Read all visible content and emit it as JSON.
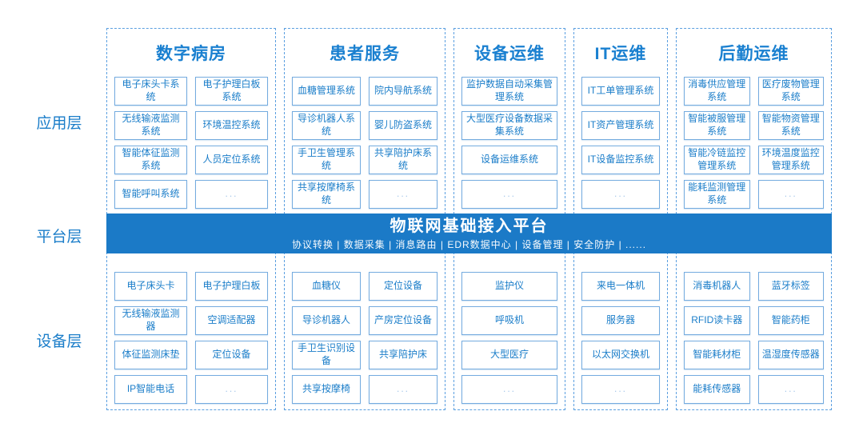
{
  "colors": {
    "band_blue": "#1b7ac7",
    "title_blue": "#1a80d0",
    "text_blue": "#1a7dc9",
    "box_border": "#74abdf",
    "dash_blue": "#5b9fe0"
  },
  "layers": [
    {
      "key": "application",
      "label": "应用层"
    },
    {
      "key": "platform",
      "label": "平台层"
    },
    {
      "key": "device",
      "label": "设备层"
    }
  ],
  "platform_band": {
    "title": "物联网基础接入平台",
    "subtitle": "协议转换 | 数据采集 | 消息路由 | EDR数据中心 | 设备管理 | 安全防护 | ......"
  },
  "columns": [
    {
      "key": "digital-ward",
      "title": "数字病房",
      "app_items": [
        "电子床头卡系统",
        "电子护理白板系统",
        "无线输液监测系统",
        "环境温控系统",
        "智能体征监测系统",
        "人员定位系统",
        "智能呼叫系统",
        "..."
      ],
      "device_items": [
        "电子床头卡",
        "电子护理白板",
        "无线输液监测器",
        "空调适配器",
        "体征监测床垫",
        "定位设备",
        "IP智能电话",
        "..."
      ]
    },
    {
      "key": "patient-service",
      "title": "患者服务",
      "app_items": [
        "血糖管理系统",
        "院内导航系统",
        "导诊机器人系统",
        "婴儿防盗系统",
        "手卫生管理系统",
        "共享陪护床系统",
        "共享按摩椅系统",
        "..."
      ],
      "device_items": [
        "血糖仪",
        "定位设备",
        "导诊机器人",
        "产房定位设备",
        "手卫生识别设备",
        "共享陪护床",
        "共享按摩椅",
        "..."
      ]
    },
    {
      "key": "equipment-ops",
      "title": "设备运维",
      "app_items": [
        "监护数据自动采集管理系统",
        "大型医疗设备数据采集系统",
        "设备运维系统",
        "..."
      ],
      "device_items": [
        "监护仪",
        "呼吸机",
        "大型医疗",
        "..."
      ]
    },
    {
      "key": "it-ops",
      "title": "IT运维",
      "app_items": [
        "IT工单管理系统",
        "IT资产管理系统",
        "IT设备监控系统",
        "..."
      ],
      "device_items": [
        "来电一体机",
        "服务器",
        "以太网交换机",
        "..."
      ]
    },
    {
      "key": "logistics-ops",
      "title": "后勤运维",
      "app_items": [
        "消毒供应管理系统",
        "医疗废物管理系统",
        "智能被服管理系统",
        "智能物资管理系统",
        "智能冷链监控管理系统",
        "环境温度监控管理系统",
        "能耗监测管理系统",
        "..."
      ],
      "device_items": [
        "消毒机器人",
        "蓝牙标签",
        "RFID读卡器",
        "智能药柜",
        "智能耗材柜",
        "温湿度传感器",
        "能耗传感器",
        "..."
      ]
    }
  ]
}
